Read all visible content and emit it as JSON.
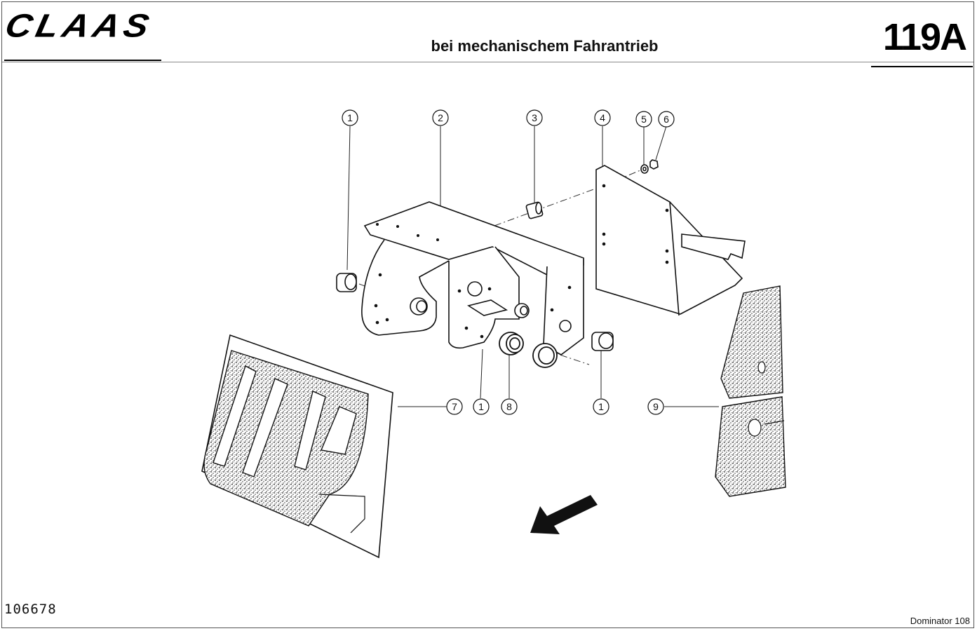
{
  "header": {
    "brand": "CLAAS",
    "title": "bei mechanischem Fahrantrieb",
    "page_number": "119A"
  },
  "footer": {
    "document_number": "106678",
    "model": "Dominator 108"
  },
  "callouts": [
    "1",
    "2",
    "3",
    "4",
    "5",
    "6",
    "7",
    "1",
    "8",
    "1",
    "9"
  ]
}
